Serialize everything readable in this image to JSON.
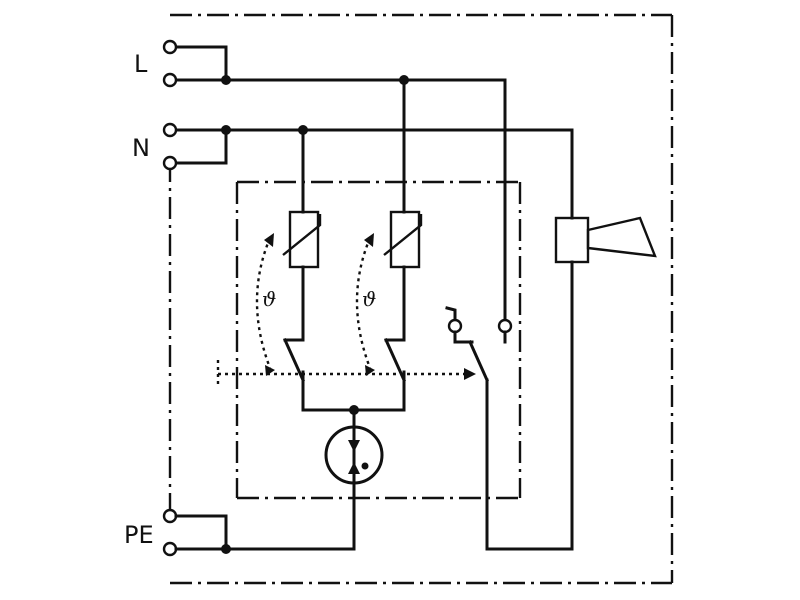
{
  "labels": {
    "line": "L",
    "neutral": "N",
    "protective_earth": "PE"
  },
  "thermostat_symbols": [
    "ϑ",
    "ϑ"
  ],
  "colors": {
    "ink": "#111111",
    "background": "#ffffff"
  }
}
